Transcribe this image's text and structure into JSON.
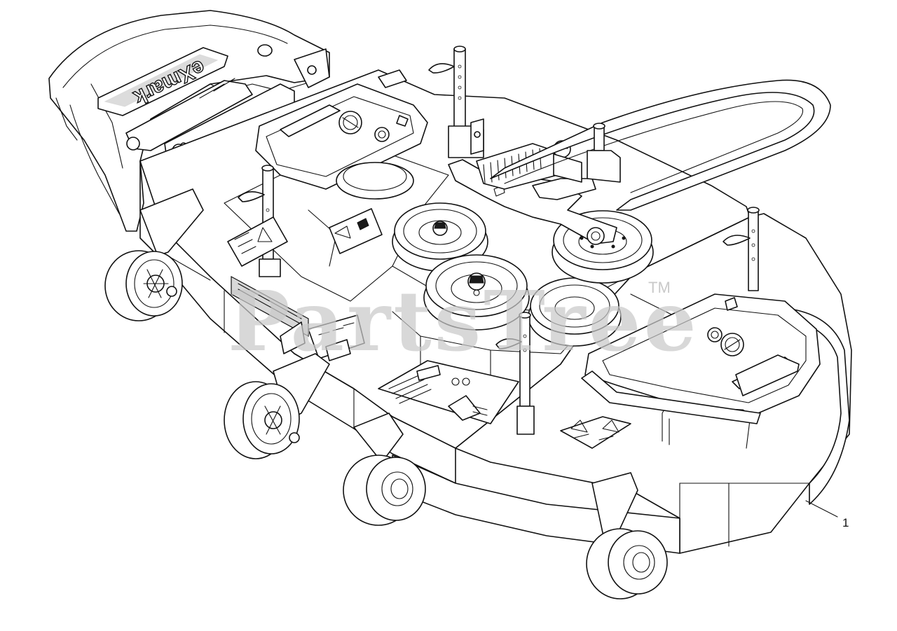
{
  "diagram": {
    "callouts": [
      {
        "label": "1"
      }
    ],
    "watermark": {
      "text": "PartsTree",
      "trademark": "TM"
    },
    "logo_text": "eXmark"
  }
}
